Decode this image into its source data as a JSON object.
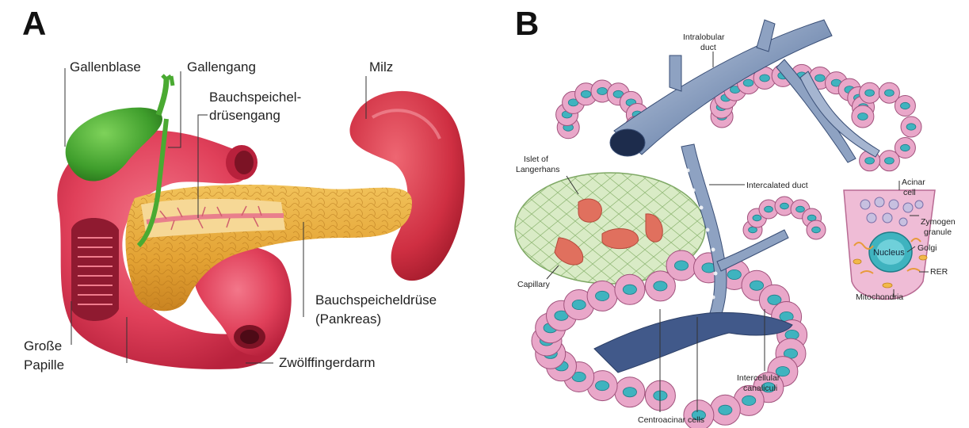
{
  "panel_a": {
    "letter": "A",
    "labels": {
      "gallenblase": "Gallenblase",
      "gallengang": "Gallengang",
      "bsd_gang_1": "Bauchspeichel-",
      "bsd_gang_2": "drüsengang",
      "milz": "Milz",
      "pankreas_1": "Bauchspeicheldrüse",
      "pankreas_2": "(Pankreas)",
      "papille_1": "Große",
      "papille_2": "Papille",
      "duodenum": "Zwölffingerdarm"
    }
  },
  "panel_b": {
    "letter": "B",
    "labels": {
      "intralobular_1": "Intralobular",
      "intralobular_2": "duct",
      "islet_1": "Islet of",
      "islet_2": "Langerhans",
      "intercalated": "Intercalated duct",
      "acinar_1": "Acinar",
      "acinar_2": "cell",
      "zymogen_1": "Zymogen",
      "zymogen_2": "granule",
      "nucleus": "Nucleus",
      "golgi": "Golgi",
      "rer": "RER",
      "mitochondria": "Mitochondria",
      "capillary": "Capillary",
      "intercellular_1": "Intercellular",
      "intercellular_2": "canaliculi",
      "centroacinar": "Centroacinar cells"
    }
  },
  "colors": {
    "stomach": "#e0405a",
    "gallbladder": "#3f9e2c",
    "pancreas": "#e3a233",
    "spleen": "#cf2f42",
    "acinar_cell": "#e9a7c9",
    "acinar_nucleus": "#3fb3bf",
    "duct": "#7f95b8",
    "islet": "#d9ebc6",
    "islet_vessel": "#e0705e"
  }
}
